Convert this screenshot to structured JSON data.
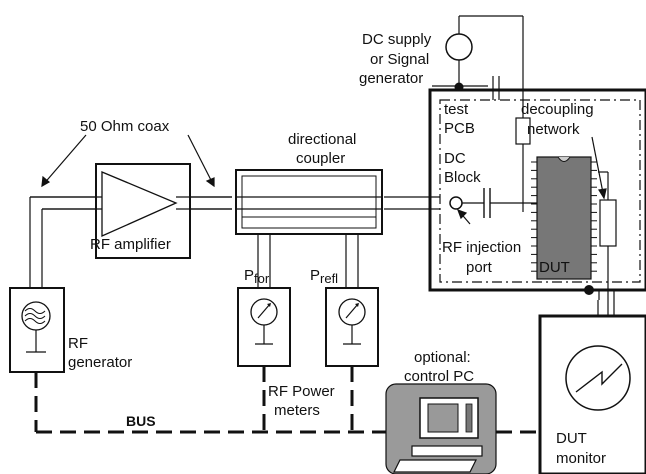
{
  "labels": {
    "dc_supply_line1": "DC supply",
    "dc_supply_line2": "or Signal",
    "dc_supply_line3": "generator",
    "coax": "50 Ohm coax",
    "coupler_line1": "directional",
    "coupler_line2": "coupler",
    "test_pcb_line1": "test",
    "test_pcb_line2": "PCB",
    "decoupling_line1": "decoupling",
    "decoupling_line2": "network",
    "dc_block_line1": "DC",
    "dc_block_line2": "Block",
    "rf_amplifier": "RF amplifier",
    "p_for_base": "P",
    "p_for_sub": "for",
    "p_refl_base": "P",
    "p_refl_sub": "refl",
    "rf_injection_line1": "RF injection",
    "rf_injection_line2": "port",
    "dut": "DUT",
    "rf_generator_line1": "RF",
    "rf_generator_line2": "generator",
    "optional_line1": "optional:",
    "optional_line2": "control PC",
    "bus": "BUS",
    "power_meters_line1": "RF Power",
    "power_meters_line2": "meters",
    "dut_monitor_line1": "DUT",
    "dut_monitor_line2": "monitor"
  },
  "icons": {
    "signal_generator": "sine-wave-source-icon",
    "power_meter": "analog-meter-icon",
    "oscilloscope": "oscilloscope-icon",
    "computer": "desktop-computer-icon",
    "amplifier": "triangle-amplifier-icon"
  }
}
